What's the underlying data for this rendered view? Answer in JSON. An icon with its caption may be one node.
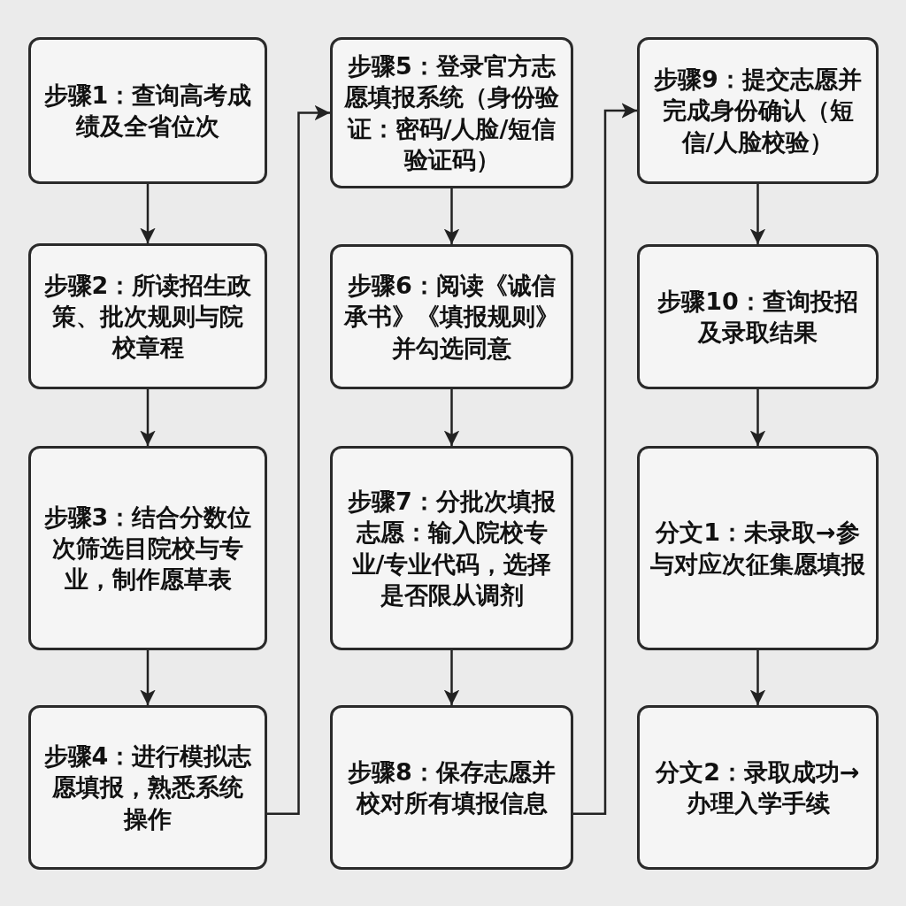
{
  "diagram": {
    "nodes": [
      {
        "text": [
          "步骤1：查询高考成绩及全省位次"
        ]
      },
      {
        "text": [
          "步骤2：所读招生政策、批次规则与院校章程"
        ]
      },
      {
        "text": [
          "步骤3：结合分数位次筛选目院校与专业，制作愿草表"
        ]
      },
      {
        "text": [
          "步骤4：进行模拟志愿填报，熟悉系统操作"
        ]
      },
      {
        "text": [
          "步骤5：登录官方志愿填报系统（身份验证：密码/人脸/短信验证码）"
        ]
      },
      {
        "text": [
          "步骤6：阅读《诚信承书》《填报规则》并勾选同意"
        ]
      },
      {
        "text": [
          "步骤7：分批次填报志愿：输入院校专业/专业代码，选择是否限从调剂"
        ]
      },
      {
        "text": [
          "步骤8：保存志愿并校对所有填报信息"
        ]
      },
      {
        "text": [
          "步骤9：提交志愿并完成身份确认（短信/人脸校验）"
        ]
      },
      {
        "text": [
          "步骤10：查询投招及录取结果"
        ]
      },
      {
        "text": [
          "分文1：未录取→参与对应次征集愿填报"
        ]
      },
      {
        "text": [
          "分文2：录取成功→办理入学手续"
        ]
      }
    ],
    "edges": [
      {
        "from": 0,
        "to": 1,
        "arrow": "to"
      },
      {
        "from": 1,
        "to": 2,
        "arrow": "to"
      },
      {
        "from": 2,
        "to": 3,
        "arrow": "to"
      },
      {
        "from": 3,
        "to": 4,
        "arrow": "to"
      },
      {
        "from": 4,
        "to": 5,
        "arrow": "to"
      },
      {
        "from": 5,
        "to": 6,
        "arrow": "to"
      },
      {
        "from": 6,
        "to": 7,
        "arrow": "to"
      },
      {
        "from": 7,
        "to": 8,
        "arrow": "to"
      },
      {
        "from": 8,
        "to": 9,
        "arrow": "to"
      },
      {
        "from": 9,
        "to": 10,
        "arrow": "to"
      },
      {
        "from": 10,
        "to": 11,
        "arrow": "to"
      }
    ]
  }
}
